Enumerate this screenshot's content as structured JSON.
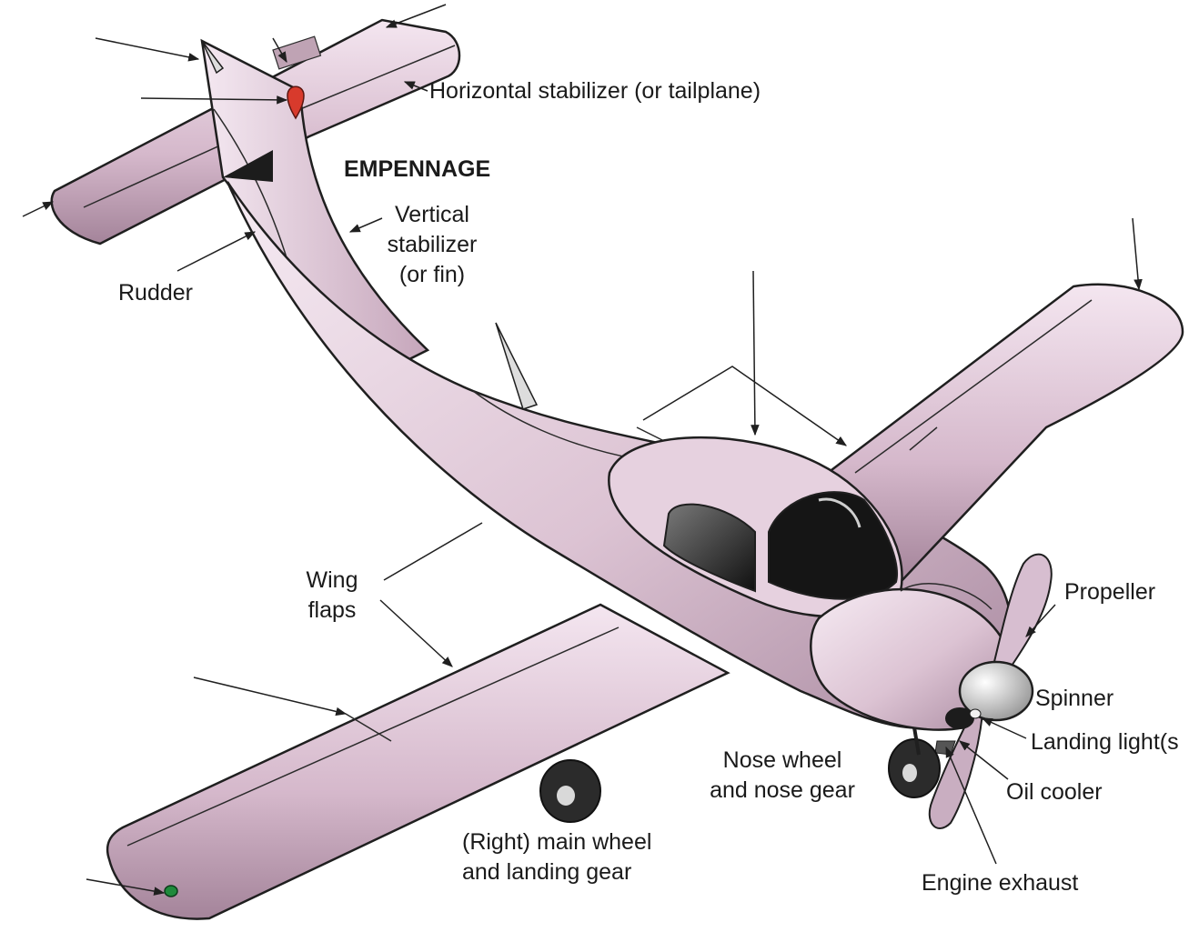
{
  "colors": {
    "body_light": "#f3e6f0",
    "body_mid": "#d3b4c8",
    "body_dark": "#9c7b90",
    "outline": "#1f1f1f",
    "window_dark": "#1c1c1c",
    "tail_light_red": "#d83a2c",
    "wingtip_light_green": "#1f8a3c",
    "text": "#1a1a1a"
  },
  "labels": {
    "horizontal_stabilizer": "Horizontal stabilizer (or tailplane)",
    "empennage": "EMPENNAGE",
    "vertical_stabilizer": [
      "Vertical",
      "stabilizer",
      "(or fin)"
    ],
    "rudder": "Rudder",
    "wing_flaps": [
      "Wing",
      "flaps"
    ],
    "propeller": "Propeller",
    "spinner": "Spinner",
    "landing_light": "Landing light(s",
    "nose_wheel": [
      "Nose wheel",
      "and nose gear"
    ],
    "oil_cooler": "Oil cooler",
    "main_wheel": [
      "(Right) main wheel",
      "and landing gear"
    ],
    "engine_exhaust": "Engine exhaust"
  },
  "icons": {
    "tail_light": "red-navigation-light-icon",
    "wingtip_light": "green-navigation-light-icon"
  }
}
